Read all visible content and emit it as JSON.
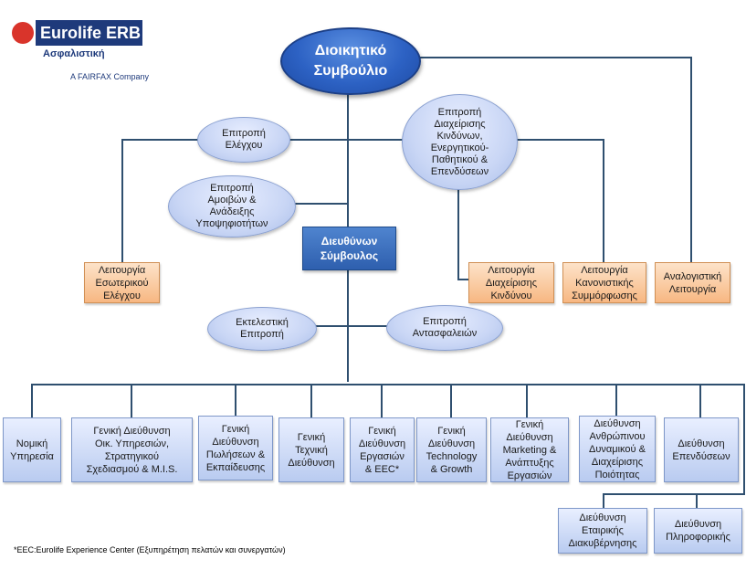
{
  "logo": {
    "brand": "Eurolife ERB",
    "subtitle": "Ασφαλιστική",
    "fairfax": "A FAIRFAX Company"
  },
  "board": "Διοικητικό\nΣυμβούλιο",
  "committees": {
    "audit": "Επιτροπή\nΕλέγχου",
    "remuneration": "Επιτροπή\nΑμοιβών &\nΑνάδειξης\nΥποψηφιοτήτων",
    "risk": "Επιτροπή\nΔιαχείρισης\nΚινδύνων,\nΕνεργητικού-\nΠαθητικού &\nΕπενδύσεων",
    "executive": "Εκτελεστική\nΕπιτροπή",
    "reinsurance": "Επιτροπή\nΑντασφαλειών"
  },
  "ceo": "Διευθύνων\nΣύμβουλος",
  "functions": {
    "internal_audit": "Λειτουργία\nΕσωτερικού\nΕλέγχου",
    "risk_management": "Λειτουργία\nΔιαχείρισης\nΚινδύνου",
    "compliance": "Λειτουργία\nΚανονιστικής\nΣυμμόρφωσης",
    "actuarial": "Αναλογιστική\nΛειτουργία"
  },
  "departments": [
    "Νομική\nΥπηρεσία",
    "Γενική Διεύθυνση\nΟικ. Υπηρεσιών,\nΣτρατηγικού\nΣχεδιασμού & M.I.S.",
    "Γενική\nΔιεύθυνση\nΠωλήσεων &\nΕκπαίδευσης",
    "Γενική\nΤεχνική\nΔιεύθυνση",
    "Γενική\nΔιεύθυνση\nΕργασιών\n& EEC*",
    "Γενική\nΔιεύθυνση\nTechnology\n& Growth",
    "Γενική\nΔιεύθυνση\nMarketing &\nΑνάπτυξης\nΕργασιών",
    "Διεύθυνση\nΑνθρώπινου\nΔυναμικού &\nΔιαχείρισης\nΠοιότητας",
    "Διεύθυνση\nΕπενδύσεων"
  ],
  "bottom_departments": [
    "Διεύθυνση\nΕταιρικής\nΔιακυβέρνησης",
    "Διεύθυνση\nΠληροφορικής"
  ],
  "footnote": "*EEC:Eurolife Experience Center (Εξυπηρέτηση πελατών και συνεργατών)"
}
